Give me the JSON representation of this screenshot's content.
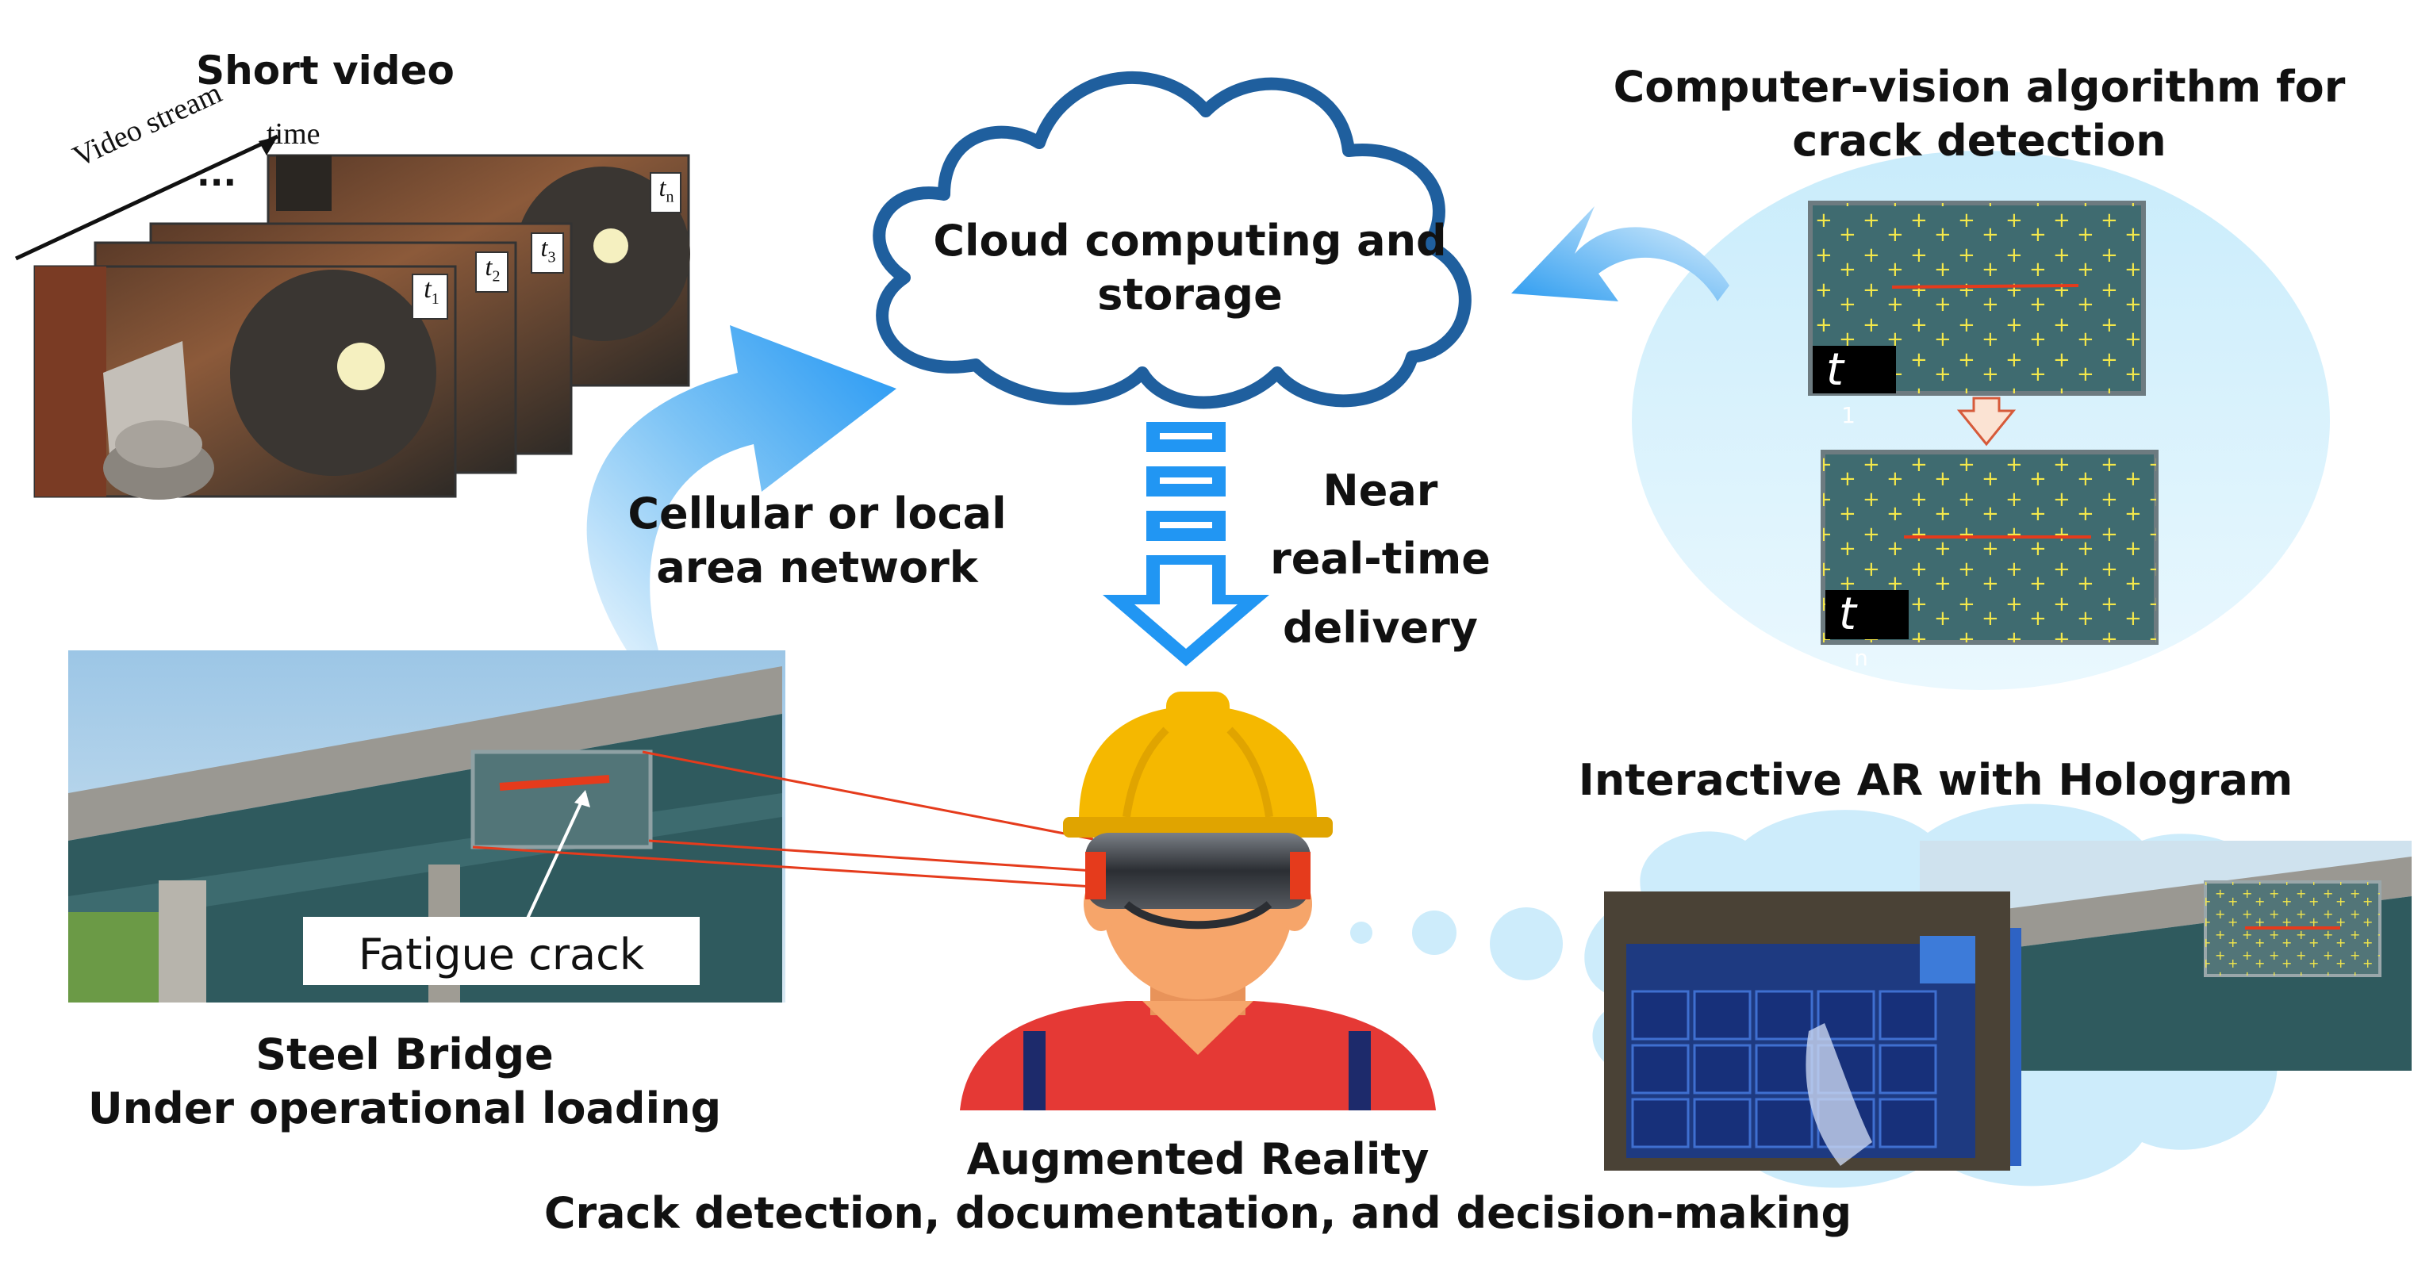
{
  "labels": {
    "short_video": "Short video",
    "time": "time",
    "video_stream": "Video stream",
    "ellipsis": "...",
    "frame_t1": "t",
    "frame_t1_sub": "1",
    "frame_t2": "t",
    "frame_t2_sub": "2",
    "frame_t3": "t",
    "frame_t3_sub": "3",
    "frame_tn": "t",
    "frame_tn_sub": "n",
    "cloud_line1": "Cloud computing and",
    "cloud_line2": "storage",
    "network_line1": "Cellular or local",
    "network_line2": "area network",
    "delivery_line1": "Near",
    "delivery_line2": "real-time",
    "delivery_line3": "delivery",
    "cv_line1": "Computer-vision algorithm for",
    "cv_line2": "crack detection",
    "cv_t_top": "t",
    "cv_t_top_sub": "1",
    "cv_t_bottom": "t",
    "cv_t_bottom_sub": "n",
    "fatigue_crack": "Fatigue crack",
    "bridge_line1": "Steel Bridge",
    "bridge_line2": "Under operational loading",
    "ar_hologram": "Interactive AR with Hologram",
    "ar_line1": "Augmented Reality",
    "ar_line2": "Crack detection, documentation, and decision-making"
  },
  "colors": {
    "cloud_stroke": "#1f5f9e",
    "arrow_blue": "#2196f3",
    "arrow_light": "#bfe3fb",
    "helmet": "#f5b800",
    "shirt": "#e53935",
    "skin": "#f6a56a",
    "crack_red": "#e53b1c",
    "feature_yellow": "#f4e84a",
    "panel_bg": "#3f6b70"
  },
  "icons": [
    "cloud-icon",
    "helmet-worker-icon",
    "ar-headset-icon",
    "network-arrow-icon",
    "delivery-arrow-icon"
  ]
}
